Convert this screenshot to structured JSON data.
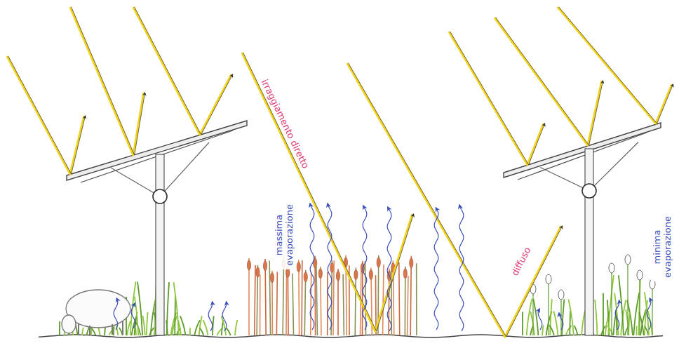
{
  "diagram": {
    "labels": [
      "irraggiamento diretto",
      "massima evaporazione",
      "diffuso",
      "minima evaporazione"
    ]
  }
}
